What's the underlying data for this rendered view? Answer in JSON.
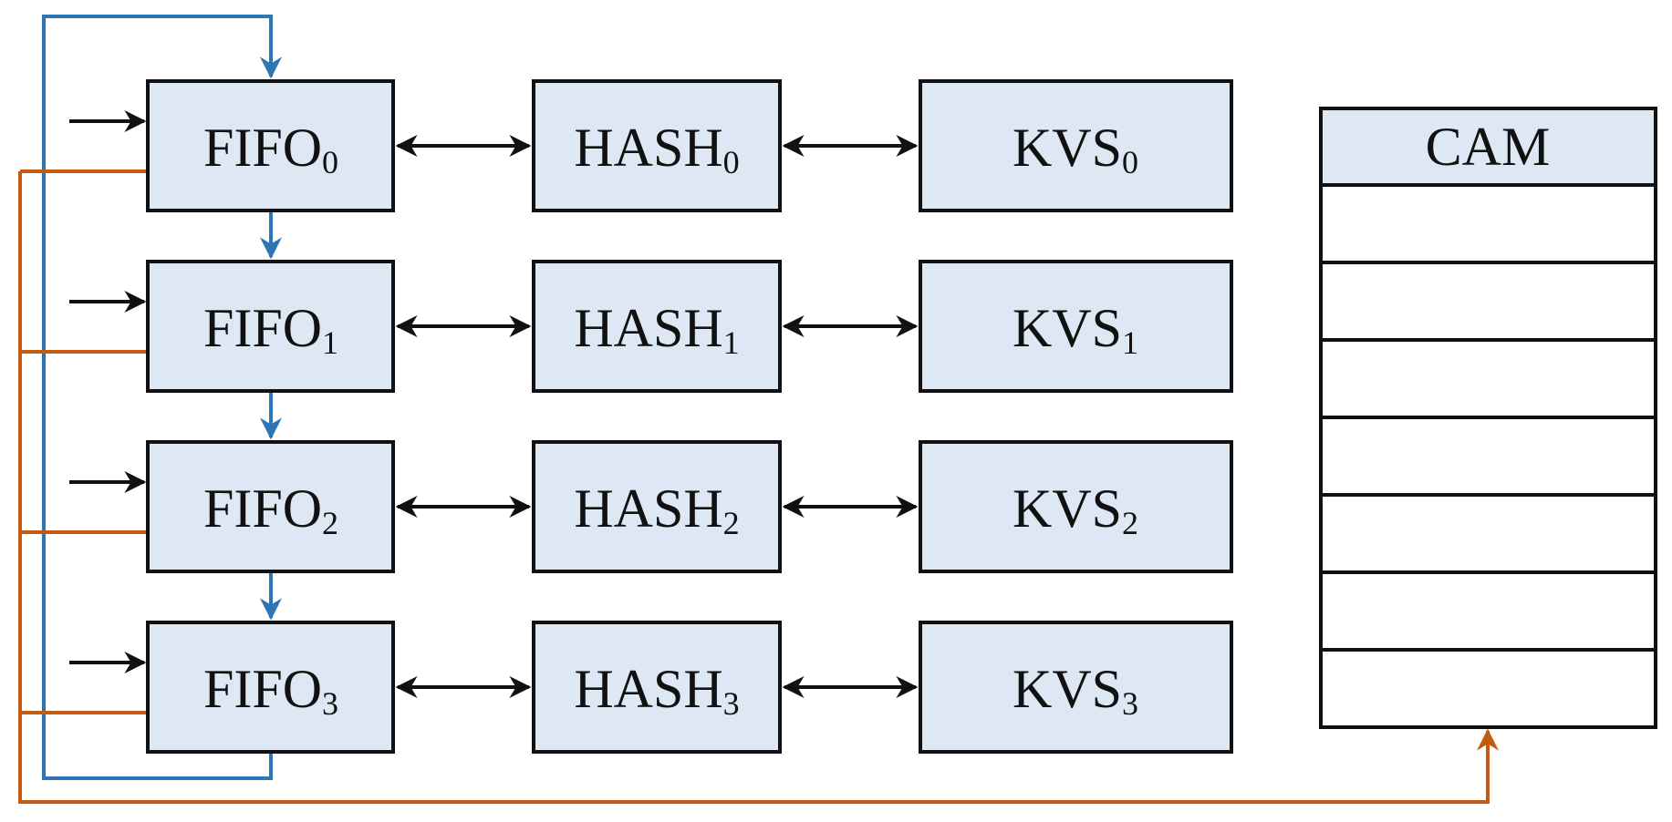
{
  "rows": [
    {
      "fifo": {
        "base": "FIFO",
        "sub": "0"
      },
      "hash": {
        "base": "HASH",
        "sub": "0"
      },
      "kvs": {
        "base": "KVS",
        "sub": "0"
      }
    },
    {
      "fifo": {
        "base": "FIFO",
        "sub": "1"
      },
      "hash": {
        "base": "HASH",
        "sub": "1"
      },
      "kvs": {
        "base": "KVS",
        "sub": "1"
      }
    },
    {
      "fifo": {
        "base": "FIFO",
        "sub": "2"
      },
      "hash": {
        "base": "HASH",
        "sub": "2"
      },
      "kvs": {
        "base": "KVS",
        "sub": "2"
      }
    },
    {
      "fifo": {
        "base": "FIFO",
        "sub": "3"
      },
      "hash": {
        "base": "HASH",
        "sub": "3"
      },
      "kvs": {
        "base": "KVS",
        "sub": "3"
      }
    }
  ],
  "cam": {
    "title": "CAM",
    "entry_count": 7
  },
  "colors": {
    "box_fill": "#dde8f4",
    "outline": "#111111",
    "loop_arrow": "#2e75b6",
    "cam_path": "#c55a11"
  }
}
